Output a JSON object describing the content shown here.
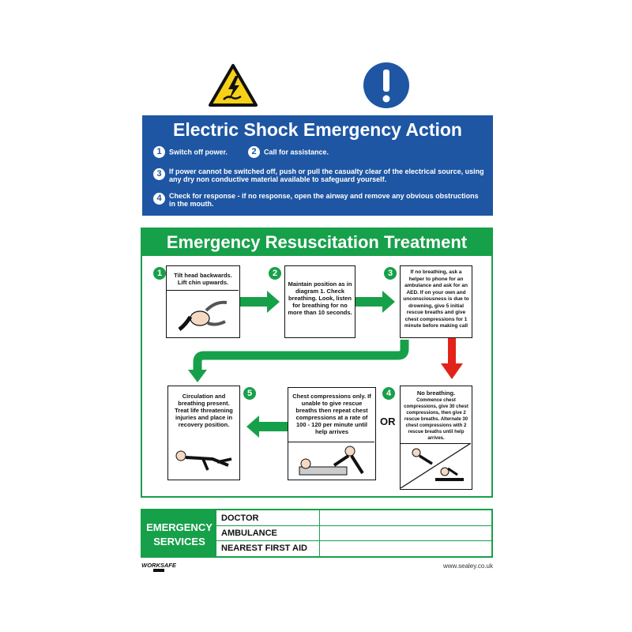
{
  "electric": {
    "title": "Electric Shock Emergency Action",
    "steps": [
      {
        "num": "1",
        "text": "Switch off power."
      },
      {
        "num": "2",
        "text": "Call for assistance."
      },
      {
        "num": "3",
        "text": "If power cannot be switched off, push or pull the casualty clear of the electrical source, using any dry non conductive material available to safeguard yourself."
      },
      {
        "num": "4",
        "text": "Check for response - if no response, open the airway and remove any obvious obstructions in the mouth."
      }
    ]
  },
  "resuscitation": {
    "title": "Emergency Resuscitation Treatment",
    "steps": [
      {
        "num": "1",
        "text": "Tilt head backwards. Lift chin upwards."
      },
      {
        "num": "2",
        "text": "Maintain position as in diagram 1. Check breathing. Look, listen for breathing for no more than 10 seconds."
      },
      {
        "num": "3",
        "text": "If no breathing, ask a helper to phone for an ambulance and ask for an AED. If on your own and unconsciousness is due to drowning, give 5 initial rescue breaths and give chest compressions for 1 minute before making call"
      },
      {
        "num": "4",
        "title": "No breathing.",
        "text": "Commence chest compressions, give 30 chest compressions, then give 2 rescue breaths. Alternate 30 chest compressions with 2 rescue breaths until help arrives."
      },
      {
        "num": "5",
        "text": "Circulation and breathing present. Treat life threatening injuries and place in recovery position."
      }
    ],
    "alt_text": "Chest compressions only. If unable to give rescue breaths then repeat chest compressions at a rate of 100 - 120 per minute until help arrives",
    "or_label": "OR"
  },
  "emergency_services": {
    "label_line1": "EMERGENCY",
    "label_line2": "SERVICES",
    "rows": [
      "DOCTOR",
      "AMBULANCE",
      "NEAREST FIRST AID"
    ]
  },
  "footer": {
    "brand": "WORKSAFE",
    "website": "www.sealey.co.uk"
  },
  "colors": {
    "blue": "#1e56a3",
    "green": "#17a04a",
    "red": "#e2231a",
    "warning_yellow": "#f7d117"
  },
  "icons": [
    "electric-warning-icon",
    "mandatory-exclamation-icon"
  ]
}
